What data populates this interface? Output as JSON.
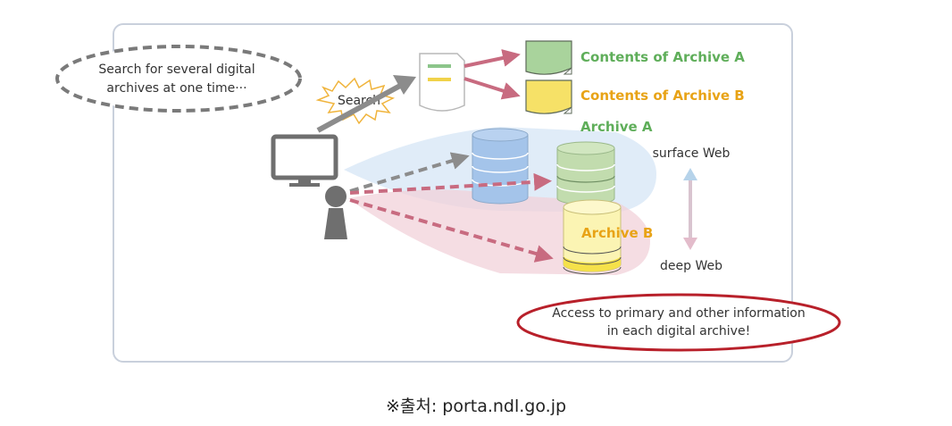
{
  "bubble_search": {
    "line1": "Search for several digital",
    "line2": "archives at one time···"
  },
  "burst_label": "Search",
  "results": {
    "contents_a": "Contents of Archive A",
    "contents_b": "Contents of Archive B"
  },
  "archive_a_label": "Archive A",
  "archive_b_label": "Archive B",
  "surface_web_label": "surface Web",
  "deep_web_label": "deep Web",
  "bubble_access": {
    "line1": "Access to primary and other information",
    "line2": "in each digital archive!"
  },
  "source_caption": "※출처: porta.ndl.go.jp",
  "colors": {
    "archive_a": "#5fae5a",
    "archive_b": "#e8a316",
    "arrow_pink": "#c86b80",
    "arrow_gray": "#8c8c8c",
    "frame": "#c9d0dc",
    "access_ring": "#b8202a"
  }
}
